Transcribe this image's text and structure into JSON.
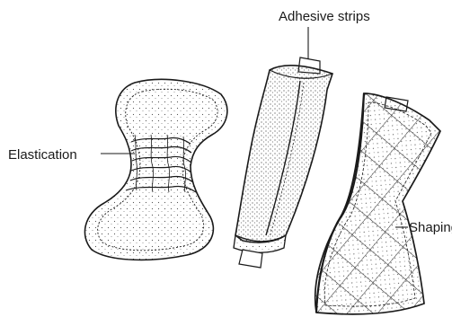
{
  "labels": {
    "adhesive": "Adhesive strips",
    "elastication": "Elastication",
    "shaping": "Shaping"
  },
  "colors": {
    "ink": "#1a1a1a",
    "paper": "#ffffff"
  }
}
